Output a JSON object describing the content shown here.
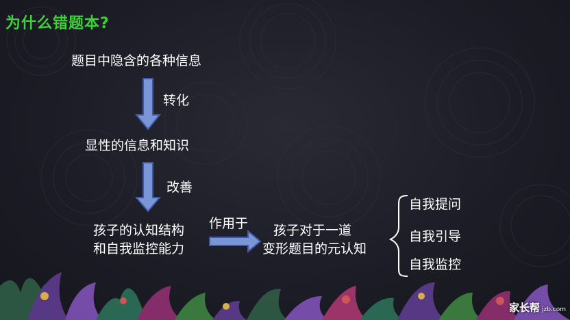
{
  "title": "为什么错题本?",
  "nodes": {
    "hidden_info": "题目中隐含的各种信息",
    "explicit_info": "显性的信息和知识",
    "cognition_line1": "孩子的认知结构",
    "cognition_line2": "和自我监控能力",
    "meta_line1": "孩子对于一道",
    "meta_line2": "变形题目的元认知"
  },
  "edges": {
    "transform": "转化",
    "improve": "改善",
    "acts_on": "作用于"
  },
  "branches": [
    "自我提问",
    "自我引导",
    "自我监控"
  ],
  "watermark": {
    "brand": "家长帮",
    "url": "jzb.com"
  },
  "colors": {
    "title": "#3fd13a",
    "arrow_fill": "#7b96d6",
    "arrow_stroke": "#3e5aa8",
    "text": "#ffffff"
  }
}
